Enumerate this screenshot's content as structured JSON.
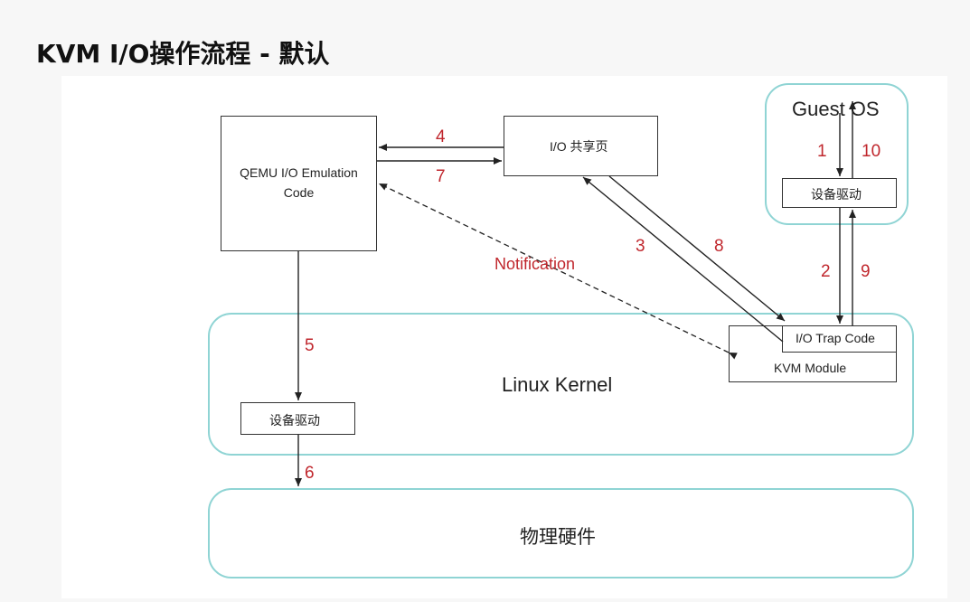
{
  "title": "KVM I/O操作流程 - 默认",
  "regions": {
    "guest_os": "Guest OS",
    "linux_kernel": "Linux Kernel",
    "hardware": "物理硬件"
  },
  "boxes": {
    "qemu": "QEMU I/O Emulation Code",
    "shared_page": "I/O 共享页",
    "guest_driver": "设备驱动",
    "host_driver": "设备驱动",
    "kvm_module": "KVM Module",
    "io_trap": "I/O Trap Code"
  },
  "labels": {
    "notification": "Notification",
    "steps": [
      "1",
      "2",
      "3",
      "4",
      "5",
      "6",
      "7",
      "8",
      "9",
      "10"
    ]
  },
  "colors": {
    "step_red": "#c0272d",
    "region_border": "#8fd4d4",
    "line": "#222222"
  }
}
